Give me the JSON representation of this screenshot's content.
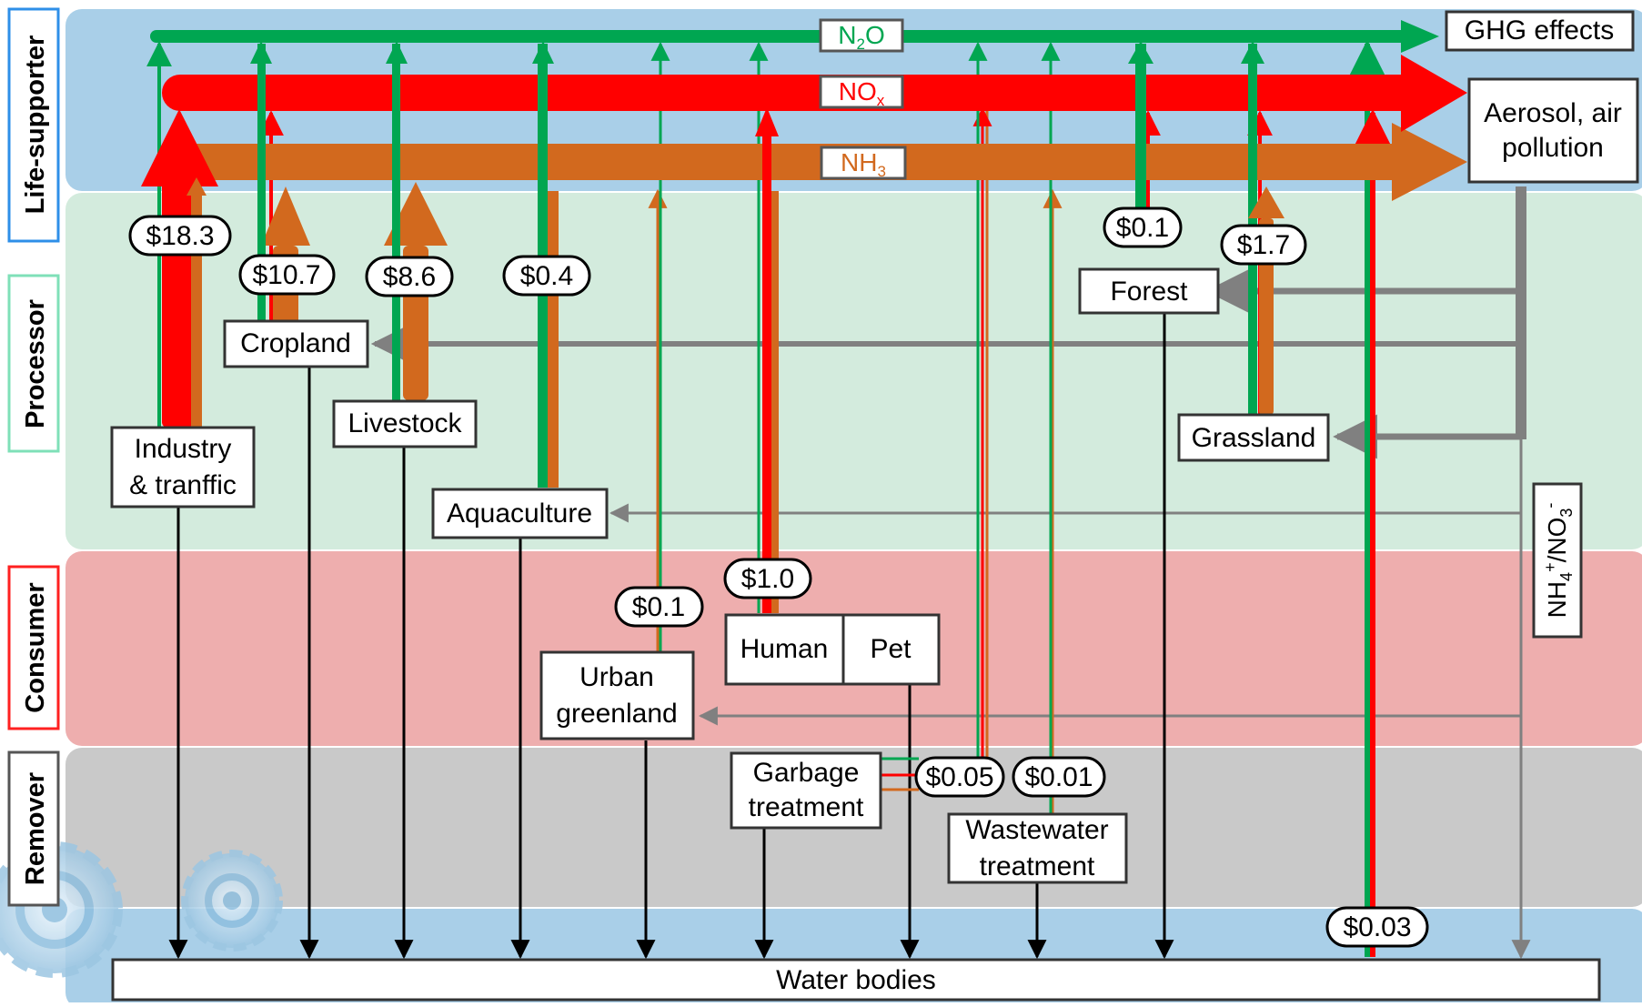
{
  "layers": {
    "life_supporter": "Life-supporter",
    "processor": "Processor",
    "consumer": "Consumer",
    "remover": "Remover"
  },
  "colors": {
    "n2o": "#00a651",
    "nox": "#ff0000",
    "nh3": "#d2691e",
    "deposition": "#808080",
    "leaching": "#000000",
    "band_life_supporter": "#a9cfe8",
    "band_processor": "#d3ebdd",
    "band_consumer": "#eeaeae",
    "band_remover": "#c9c9c9",
    "band_bottom": "#a9cfe8"
  },
  "flows": {
    "n2o": {
      "main": "N",
      "sub": "2",
      "tail": "O"
    },
    "nox": {
      "main": "NO",
      "sub": "x",
      "tail": ""
    },
    "nh3": {
      "main": "NH",
      "sub": "3",
      "tail": ""
    }
  },
  "sinks": {
    "ghg": "GHG effects",
    "aerosol_line1": "Aerosol, air",
    "aerosol_line2": "pollution",
    "deposition_label": "NH4+/NO3-",
    "water": "Water bodies"
  },
  "sources": {
    "industry": {
      "line1": "Industry",
      "line2": "& tranffic",
      "cost": "$18.3"
    },
    "cropland": {
      "line1": "Cropland",
      "cost": "$10.7"
    },
    "livestock": {
      "line1": "Livestock",
      "cost": "$8.6"
    },
    "aquaculture": {
      "line1": "Aquaculture",
      "cost": "$0.4"
    },
    "urban": {
      "line1": "Urban",
      "line2": "greenland",
      "cost": "$0.1"
    },
    "human": {
      "line1": "Human",
      "cost": "$1.0"
    },
    "pet": {
      "line1": "Pet"
    },
    "garbage": {
      "line1": "Garbage",
      "line2": "treatment",
      "cost": "$0.05"
    },
    "wastewater": {
      "line1": "Wastewater",
      "line2": "treatment",
      "cost": "$0.01"
    },
    "forest": {
      "line1": "Forest",
      "cost": "$0.1"
    },
    "grassland": {
      "line1": "Grassland",
      "cost": "$1.7"
    },
    "water_direct": {
      "cost": "$0.03"
    }
  }
}
